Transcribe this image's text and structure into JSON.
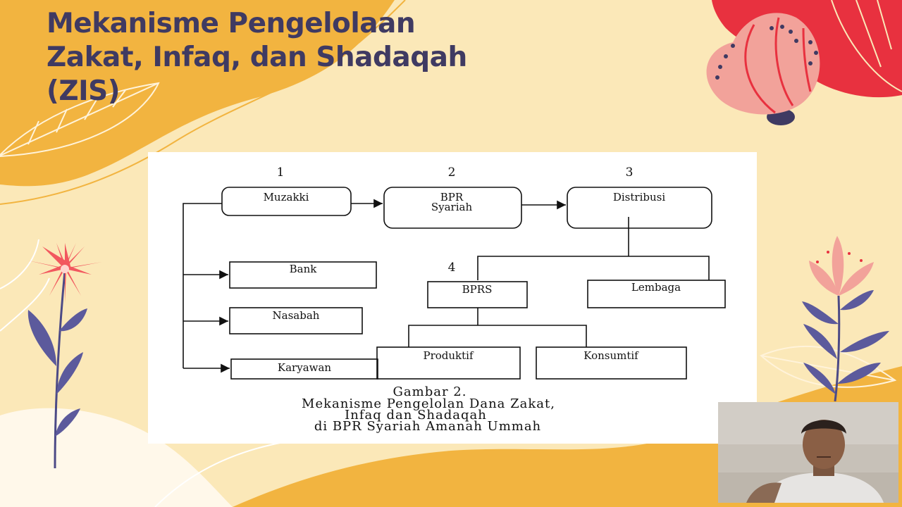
{
  "slide": {
    "title_lines": [
      "Mekanisme Pengelolaan",
      "Zakat, Infaq, dan Shadaqah",
      "(ZIS)"
    ]
  },
  "diagram": {
    "steps": [
      "1",
      "2",
      "3",
      "4"
    ],
    "nodes": {
      "muzakki": "Muzakki",
      "bpr_line1": "BPR",
      "bpr_line2": "Syariah",
      "distribusi": "Distribusi",
      "bank": "Bank",
      "nasabah": "Nasabah",
      "karyawan": "Karyawan",
      "bprs": "BPRS",
      "lembaga": "Lembaga",
      "produktif": "Produktif",
      "konsumtif": "Konsumtif"
    },
    "caption": [
      "Gambar 2.",
      "Mekanisme Pengelolan Dana Zakat,",
      "Infaq dan Shadaqah",
      "di BPR Syariah Amanah Ummah"
    ]
  },
  "colors": {
    "background": "#fbe8b8",
    "orange": "#f2b440",
    "red": "#e8313f",
    "pink": "#f2a29a",
    "navy": "#3f3a62",
    "purple": "#5c5a9c"
  },
  "icons": [
    "leaf-icon",
    "flower-icon",
    "bud-icon"
  ]
}
